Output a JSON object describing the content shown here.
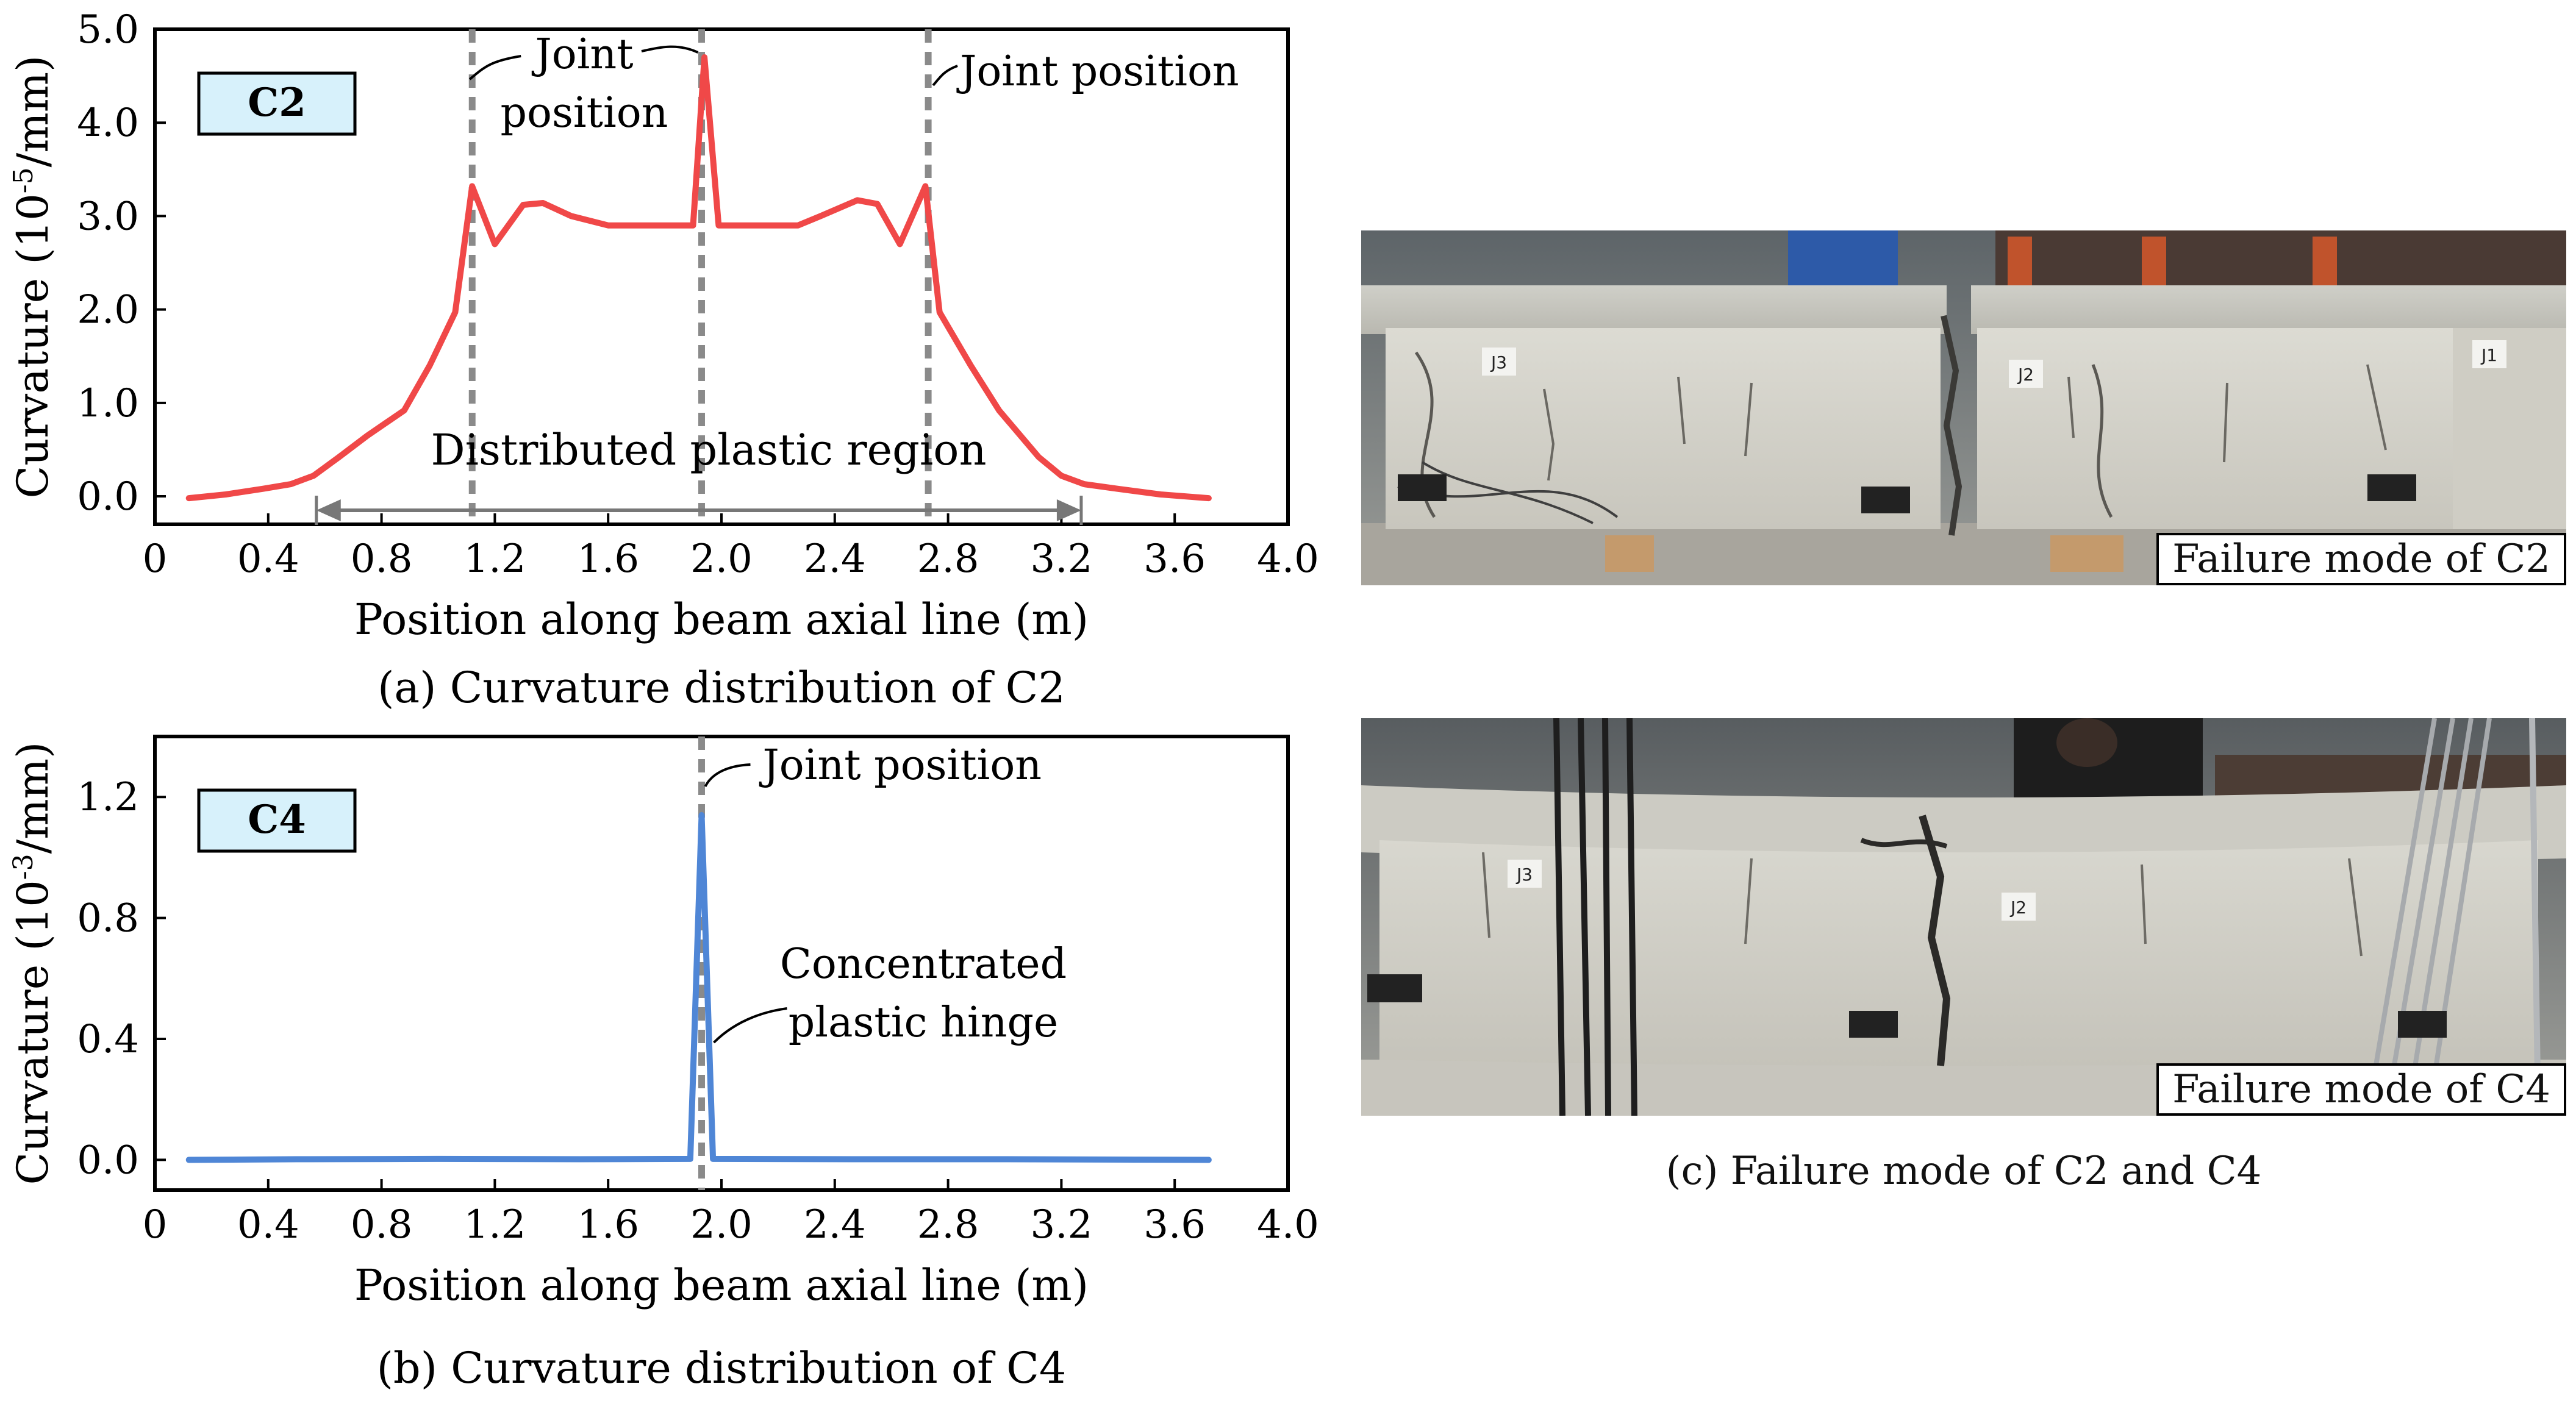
{
  "chart_data": [
    {
      "type": "line",
      "badge": "C2",
      "xlabel": "Position along beam axial line (m)",
      "ylabel": "Curvature (10",
      "ylabel_exp": "-5",
      "ylabel_unit": "/mm)",
      "caption": "(a) Curvature distribution of C2",
      "xlim": [
        0,
        4.0
      ],
      "ylim": [
        -0.3,
        5.0
      ],
      "xticks": [
        "0",
        "0.4",
        "0.8",
        "1.2",
        "1.6",
        "2.0",
        "2.4",
        "2.8",
        "3.2",
        "3.6",
        "4.0"
      ],
      "yticks": [
        {
          "v": 0.0,
          "label": "0.0"
        },
        {
          "v": 1.0,
          "label": "1.0"
        },
        {
          "v": 2.0,
          "label": "2.0"
        },
        {
          "v": 3.0,
          "label": "3.0"
        },
        {
          "v": 4.0,
          "label": "4.0"
        },
        {
          "v": 5.0,
          "label": "5.0"
        }
      ],
      "series": [
        {
          "color": "#f04848",
          "x": [
            0.12,
            0.25,
            0.38,
            0.48,
            0.56,
            0.65,
            0.75,
            0.88,
            0.97,
            1.06,
            1.12,
            1.2,
            1.3,
            1.37,
            1.47,
            1.6,
            1.7,
            1.9,
            1.94,
            1.99,
            2.1,
            2.27,
            2.35,
            2.48,
            2.55,
            2.63,
            2.72,
            2.77,
            2.88,
            2.98,
            3.12,
            3.2,
            3.28,
            3.4,
            3.55,
            3.72
          ],
          "y": [
            -0.02,
            0.02,
            0.08,
            0.13,
            0.22,
            0.42,
            0.65,
            0.92,
            1.4,
            1.97,
            3.32,
            2.7,
            3.12,
            3.14,
            3.0,
            2.9,
            2.9,
            2.9,
            4.7,
            2.9,
            2.9,
            2.9,
            3.0,
            3.17,
            3.13,
            2.7,
            3.32,
            1.97,
            1.4,
            0.92,
            0.42,
            0.22,
            0.13,
            0.08,
            0.02,
            -0.02
          ]
        }
      ],
      "joints": [
        1.12,
        1.93,
        2.73
      ],
      "annotations": {
        "joint_left_line1": "Joint",
        "joint_left_line2": "position",
        "joint_right": "Joint position",
        "region": "Distributed plastic region",
        "region_range": [
          0.57,
          3.27
        ],
        "region_y": -0.15
      }
    },
    {
      "type": "line",
      "badge": "C4",
      "xlabel": "Position along beam axial line (m)",
      "ylabel": "Curvature (10",
      "ylabel_exp": "-3",
      "ylabel_unit": "/mm)",
      "caption": "(b) Curvature distribution of C4",
      "xlim": [
        0,
        4.0
      ],
      "ylim": [
        -0.1,
        1.4
      ],
      "xticks": [
        "0",
        "0.4",
        "0.8",
        "1.2",
        "1.6",
        "2.0",
        "2.4",
        "2.8",
        "3.2",
        "3.6",
        "4.0"
      ],
      "yticks": [
        {
          "v": 0.0,
          "label": "0.0"
        },
        {
          "v": 0.4,
          "label": "0.4"
        },
        {
          "v": 0.8,
          "label": "0.8"
        },
        {
          "v": 1.2,
          "label": "1.2"
        }
      ],
      "series": [
        {
          "color": "#4f86d6",
          "x": [
            0.12,
            0.5,
            1.0,
            1.5,
            1.89,
            1.93,
            1.97,
            2.5,
            3.0,
            3.72
          ],
          "y": [
            0.0,
            0.002,
            0.003,
            0.002,
            0.003,
            1.14,
            0.003,
            0.002,
            0.002,
            0.0
          ]
        }
      ],
      "joints": [
        1.93
      ],
      "annotations": {
        "joint_right": "Joint position",
        "hinge_line1": "Concentrated",
        "hinge_line2": "plastic hinge"
      }
    }
  ],
  "photos": {
    "c2_label": "Failure mode of C2",
    "c4_label": "Failure mode of C4",
    "j1": "J1",
    "j2": "J2",
    "j3": "J3",
    "caption": "(c) Failure mode of C2 and C4"
  },
  "colors": {
    "badge_fill": "#d7f1fb",
    "c2_line": "#f04848",
    "c4_line": "#4f86d6",
    "joint_line": "#8a8a8a"
  }
}
